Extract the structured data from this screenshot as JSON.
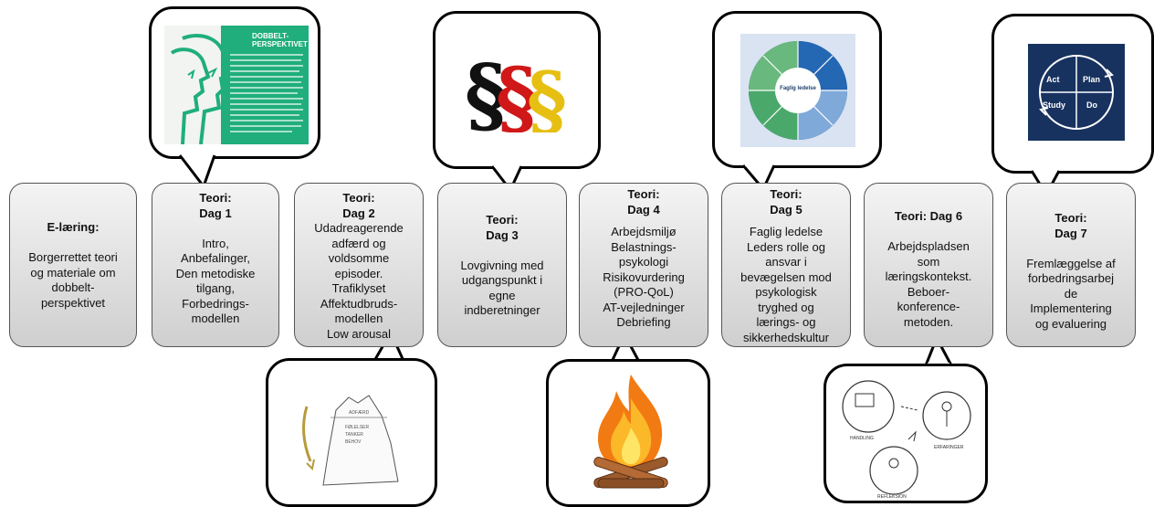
{
  "cards": [
    {
      "id": "elaering",
      "heading": [
        "E-læring:"
      ],
      "body": [
        "",
        "Borgerrettet teori",
        "og materiale om",
        "dobbelt-",
        "perspektivet"
      ]
    },
    {
      "id": "dag1",
      "heading": [
        "Teori:",
        "Dag 1"
      ],
      "body": [
        "",
        "Intro,",
        "Anbefalinger,",
        "Den metodiske",
        "tilgang,",
        "Forbedrings-",
        "modellen"
      ]
    },
    {
      "id": "dag2",
      "heading": [
        "Teori:",
        "Dag 2"
      ],
      "body": [
        "Udadreagerende",
        "adfærd og",
        "voldsomme",
        "episoder.",
        "Trafiklyset",
        "Affektudbruds-",
        "modellen",
        "Low arousal"
      ]
    },
    {
      "id": "dag3",
      "heading": [
        "Teori:",
        "Dag 3"
      ],
      "body": [
        "",
        "Lovgivning med",
        "udgangspunkt i",
        "egne",
        "indberetninger"
      ]
    },
    {
      "id": "dag4",
      "heading": [
        "Teori:",
        "Dag 4"
      ],
      "body": [
        "",
        "Arbejdsmiljø",
        "Belastnings-",
        "psykologi",
        "Risikovurdering",
        "(PRO-QoL)",
        "AT-vejledninger",
        "Debriefing"
      ]
    },
    {
      "id": "dag5",
      "heading": [
        "Teori:",
        "Dag 5"
      ],
      "body": [
        "",
        "Faglig ledelse",
        "Leders rolle og",
        "ansvar i",
        "bevægelsen mod",
        "psykologisk",
        "tryghed og",
        "lærings- og",
        "sikkerhedskultur"
      ]
    },
    {
      "id": "dag6",
      "heading": [
        "Teori: Dag 6"
      ],
      "body": [
        "",
        "Arbejdspladsen",
        "som",
        "læringskontekst.",
        "Beboer-",
        "konference-",
        "metoden."
      ]
    },
    {
      "id": "dag7",
      "heading": [
        "Teori:",
        "Dag 7"
      ],
      "body": [
        "",
        "Fremlæggelse af",
        "forbedringsarbej",
        "de",
        "Implementering",
        "og evaluering"
      ]
    }
  ],
  "images": {
    "dobbelt": {
      "title": "DOBBELT-",
      "title2": "PERSPEKTIVET",
      "accent": "#1fae7c"
    },
    "faglig_ledelse": {
      "center_label": "Faglig ledelse"
    },
    "pdsa": {
      "act": "Act",
      "plan": "Plan",
      "study": "Study",
      "do": "Do",
      "background": "#17325f"
    },
    "iceberg": {
      "line1": "ADFÆRD",
      "line2": "FØLELSER",
      "line3": "TANKER",
      "line4": "BEHOV"
    },
    "reflection": {
      "label1": "HANDLING",
      "label2": "ERFARINGER",
      "label3": "REFLEKSION"
    }
  }
}
